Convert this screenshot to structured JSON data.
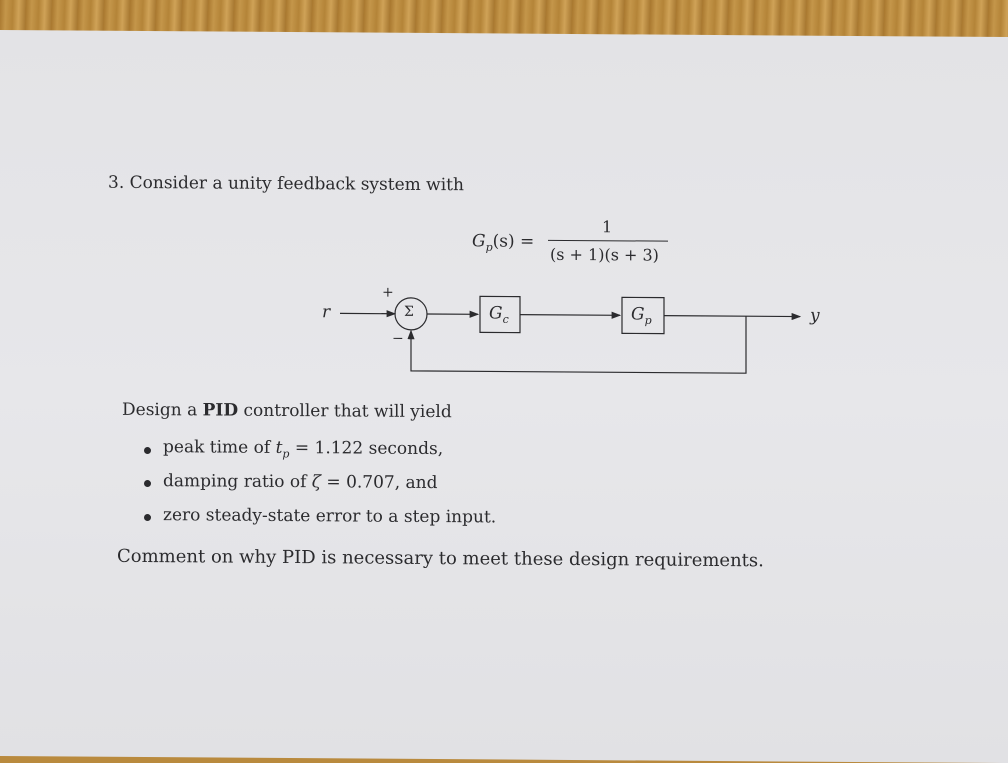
{
  "problem": {
    "intro": "3. Consider a unity feedback system with",
    "plant_label": "G",
    "plant_sub": "p",
    "plant_arg": "(s) =",
    "numerator": "1",
    "denominator": "(s + 1)(s + 3)"
  },
  "diagram": {
    "input_label": "r",
    "output_label": "y",
    "sum_symbol": "Σ",
    "plus_sign": "+",
    "minus_sign": "−",
    "controller_label": "G",
    "controller_sub": "c",
    "plant_block_label": "G",
    "plant_block_sub": "p"
  },
  "design": {
    "lead_pre": "Design a ",
    "lead_bold": "PID",
    "lead_post": " controller that will yield",
    "bullet1_pre": "peak time of ",
    "bullet1_var": "t",
    "bullet1_sub": "p",
    "bullet1_post": " = 1.122 seconds,",
    "bullet2_pre": "damping ratio of ",
    "bullet2_var": "ζ",
    "bullet2_post": " = 0.707, and",
    "bullet3": "zero steady-state error to a step input.",
    "comment": "Comment on why PID is necessary to meet these design requirements."
  }
}
